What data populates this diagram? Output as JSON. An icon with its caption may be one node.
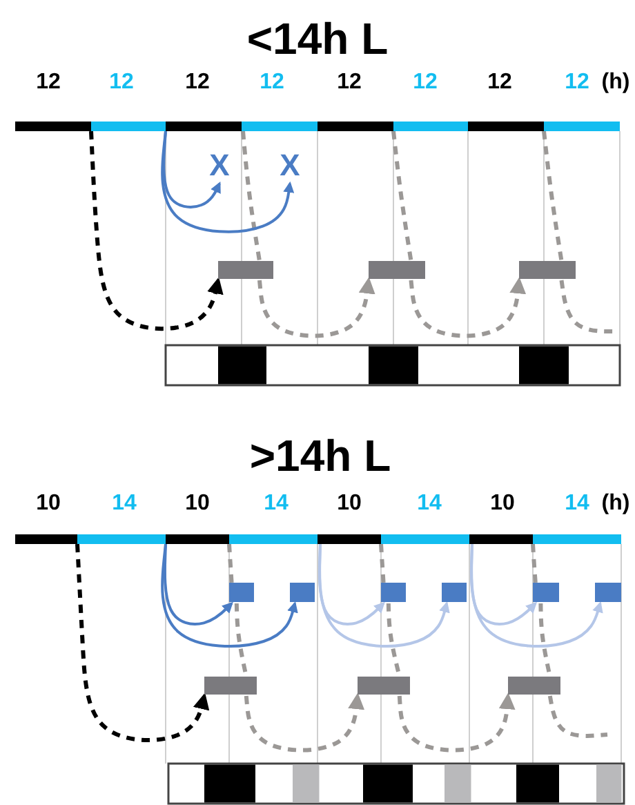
{
  "diagram": {
    "nodes": [
      {
        "text": [],
        "shape": "bar"
      },
      {
        "text": [
          "X"
        ]
      },
      {
        "text": [
          "X"
        ]
      },
      {
        "text": [],
        "shape": "bar"
      },
      {
        "text": [],
        "shape": "bar"
      },
      {
        "text": [],
        "shape": "bar"
      },
      {
        "text": [],
        "shape": "bar"
      },
      {
        "text": [],
        "shape": "box"
      },
      {
        "text": [],
        "shape": "box"
      },
      {
        "text": [],
        "shape": "box"
      },
      {
        "text": [],
        "shape": "box"
      },
      {
        "text": [],
        "shape": "box"
      },
      {
        "text": [],
        "shape": "box"
      },
      {
        "text": [],
        "shape": "bar"
      },
      {
        "text": [],
        "shape": "bar"
      },
      {
        "text": [],
        "shape": "bar"
      }
    ],
    "edges": [
      {
        "from": 0,
        "to": 3,
        "arrow": "to",
        "style": "dashed",
        "color": "#000000"
      },
      {
        "from": 0,
        "to": 3,
        "arrow": "none",
        "style": "dashed"
      },
      {
        "from": 3,
        "to": 4,
        "arrow": "to",
        "style": "dashed"
      },
      {
        "from": 0,
        "to": 4,
        "arrow": "none",
        "style": "dashed"
      },
      {
        "from": 4,
        "to": 5,
        "arrow": "to",
        "style": "dashed"
      },
      {
        "from": 0,
        "to": 5,
        "arrow": "none",
        "style": "dashed"
      },
      {
        "from": 5,
        "to": null,
        "arrow": "none",
        "style": "dashed"
      },
      {
        "from": 0,
        "to": 1,
        "arrow": "to",
        "color": "#4a7cc4"
      },
      {
        "from": 0,
        "to": 2,
        "arrow": "to",
        "color": "#4a7cc4"
      },
      {
        "from": 6,
        "to": 13,
        "arrow": "to",
        "style": "dashed",
        "color": "#000000"
      },
      {
        "from": 6,
        "to": 7,
        "arrow": "none",
        "style": "dashed"
      },
      {
        "from": 13,
        "to": 14,
        "arrow": "to",
        "style": "dashed"
      },
      {
        "from": 6,
        "to": 9,
        "arrow": "none",
        "style": "dashed"
      },
      {
        "from": 14,
        "to": 15,
        "arrow": "to",
        "style": "dashed"
      },
      {
        "from": 6,
        "to": 11,
        "arrow": "none",
        "style": "dashed"
      },
      {
        "from": 15,
        "to": null,
        "arrow": "none",
        "style": "dashed"
      },
      {
        "from": 6,
        "to": 7,
        "arrow": "to",
        "color": "#4a7cc4"
      },
      {
        "from": 6,
        "to": 8,
        "arrow": "to",
        "color": "#4a7cc4"
      },
      {
        "from": 6,
        "to": 9,
        "arrow": "to",
        "color": "#b4c6e8"
      },
      {
        "from": 6,
        "to": 10,
        "arrow": "to",
        "color": "#b4c6e8"
      },
      {
        "from": 6,
        "to": 11,
        "arrow": "to",
        "color": "#b4c6e8"
      },
      {
        "from": 6,
        "to": 12,
        "arrow": "to",
        "color": "#b4c6e8"
      },
      {
        "from": 7,
        "to": 13,
        "arrow": "none",
        "style": "dashed"
      },
      {
        "from": 9,
        "to": 14,
        "arrow": "none",
        "style": "dashed"
      },
      {
        "from": 11,
        "to": 15,
        "arrow": "none",
        "style": "dashed"
      }
    ],
    "labels": [
      "<14h L",
      "12",
      "12",
      "12",
      "12",
      "12",
      "12",
      "12",
      "12",
      "(h)",
      ">14h L",
      "10",
      "14",
      "10",
      "14",
      "10",
      "14",
      "10",
      "14",
      "(h)"
    ]
  }
}
